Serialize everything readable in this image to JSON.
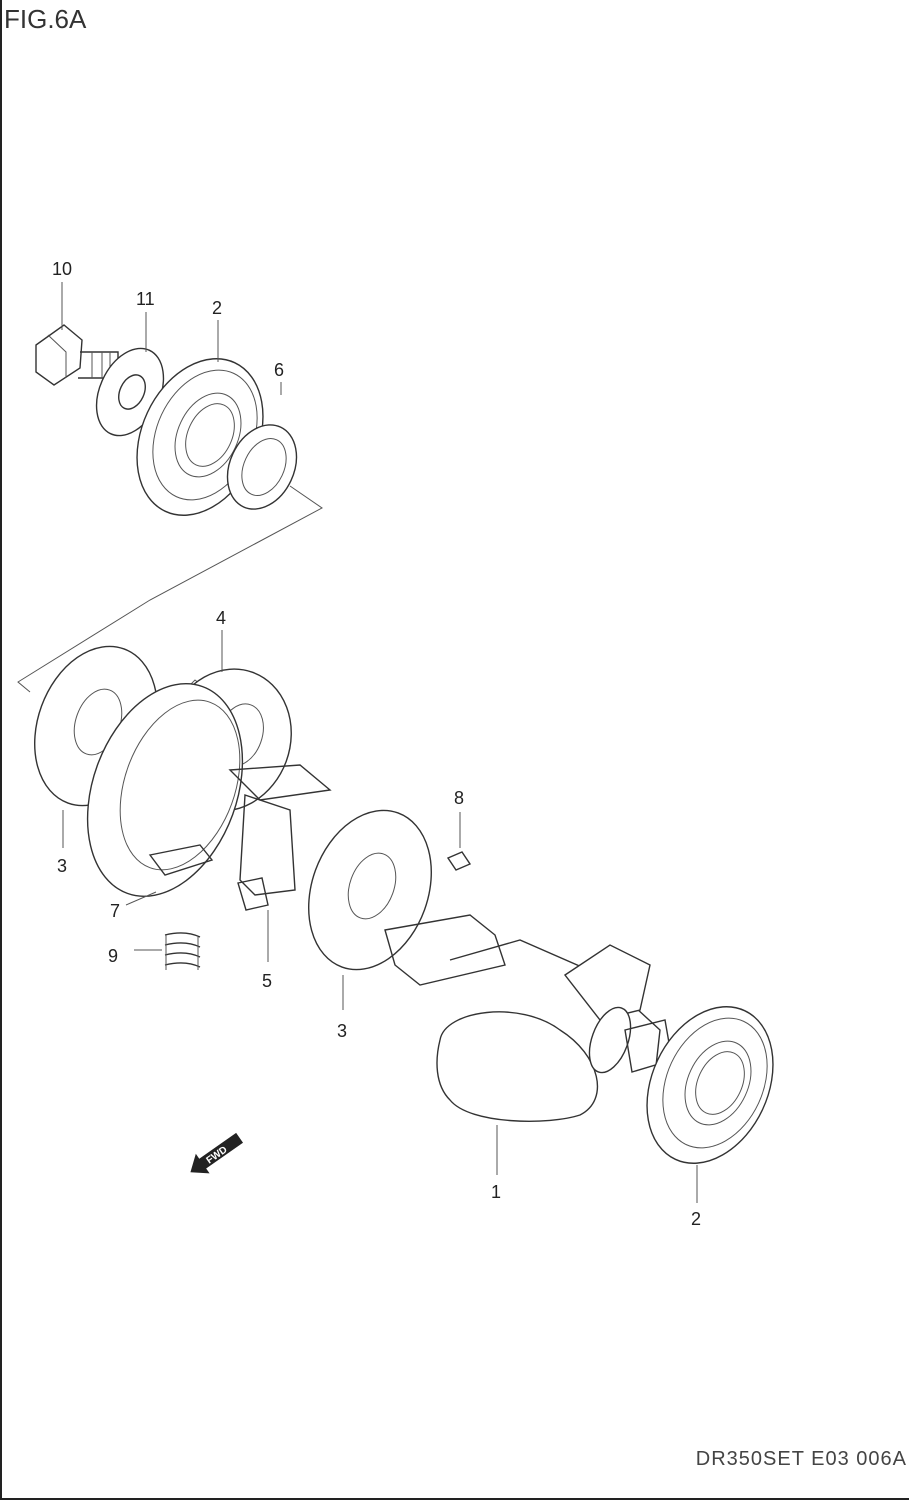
{
  "figure": {
    "title": "FIG.6A",
    "code": "DR350SET E03 006A"
  },
  "callouts": [
    {
      "id": "10",
      "text": "10"
    },
    {
      "id": "11",
      "text": "11"
    },
    {
      "id": "2a",
      "text": "2"
    },
    {
      "id": "6",
      "text": "6"
    },
    {
      "id": "4",
      "text": "4"
    },
    {
      "id": "3a",
      "text": "3"
    },
    {
      "id": "7",
      "text": "7"
    },
    {
      "id": "9",
      "text": "9"
    },
    {
      "id": "5",
      "text": "5"
    },
    {
      "id": "8",
      "text": "8"
    },
    {
      "id": "3b",
      "text": "3"
    },
    {
      "id": "1",
      "text": "1"
    },
    {
      "id": "2b",
      "text": "2"
    }
  ],
  "fwd_arrow": {
    "text": "FWD"
  }
}
